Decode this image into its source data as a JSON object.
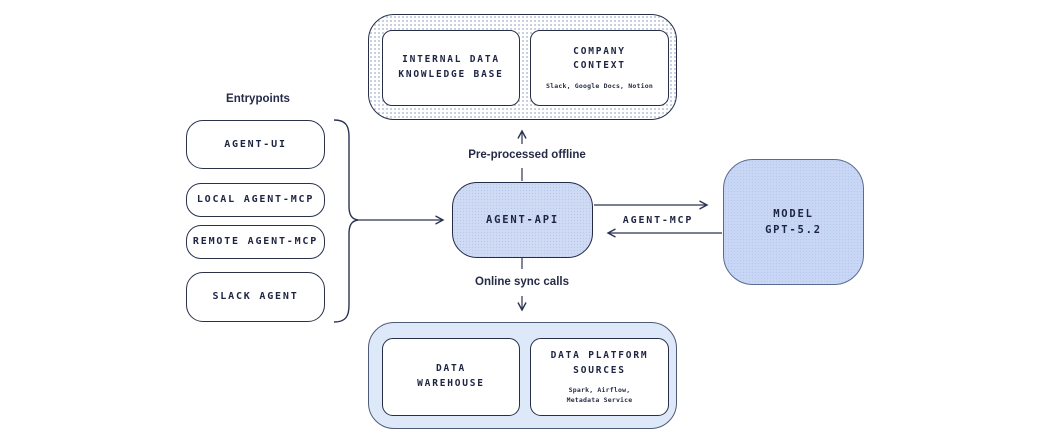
{
  "entrypoints": {
    "label": "Entrypoints",
    "items": [
      {
        "label": "AGENT-UI"
      },
      {
        "label": "LOCAL AGENT-MCP"
      },
      {
        "label": "REMOTE AGENT-MCP"
      },
      {
        "label": "SLACK AGENT"
      }
    ]
  },
  "knowledge_container": {
    "boxes": [
      {
        "title": "INTERNAL DATA\nKNOWLEDGE BASE"
      },
      {
        "title": "COMPANY\nCONTEXT",
        "subtitle": "Slack, Google Docs, Notion"
      }
    ]
  },
  "agent_api": {
    "label": "AGENT-API"
  },
  "model": {
    "label": "MODEL\nGPT-5.2"
  },
  "data_container": {
    "boxes": [
      {
        "title": "DATA\nWAREHOUSE"
      },
      {
        "title": "DATA PLATFORM\nSOURCES",
        "subtitle": "Spark, Airflow,\nMetadata Service"
      }
    ]
  },
  "arrow_labels": {
    "up": "Pre-processed offline",
    "down": "Online sync calls",
    "model_link": "AGENT-MCP"
  },
  "colors": {
    "node_fill_blue": "#cfdaf4",
    "model_fill_blue": "#c9d7f5",
    "bottom_container_fill": "#dde8f9",
    "line_and_border": "#2b3352",
    "text": "#1d2442",
    "dot_pattern": "#b7c0d8"
  }
}
